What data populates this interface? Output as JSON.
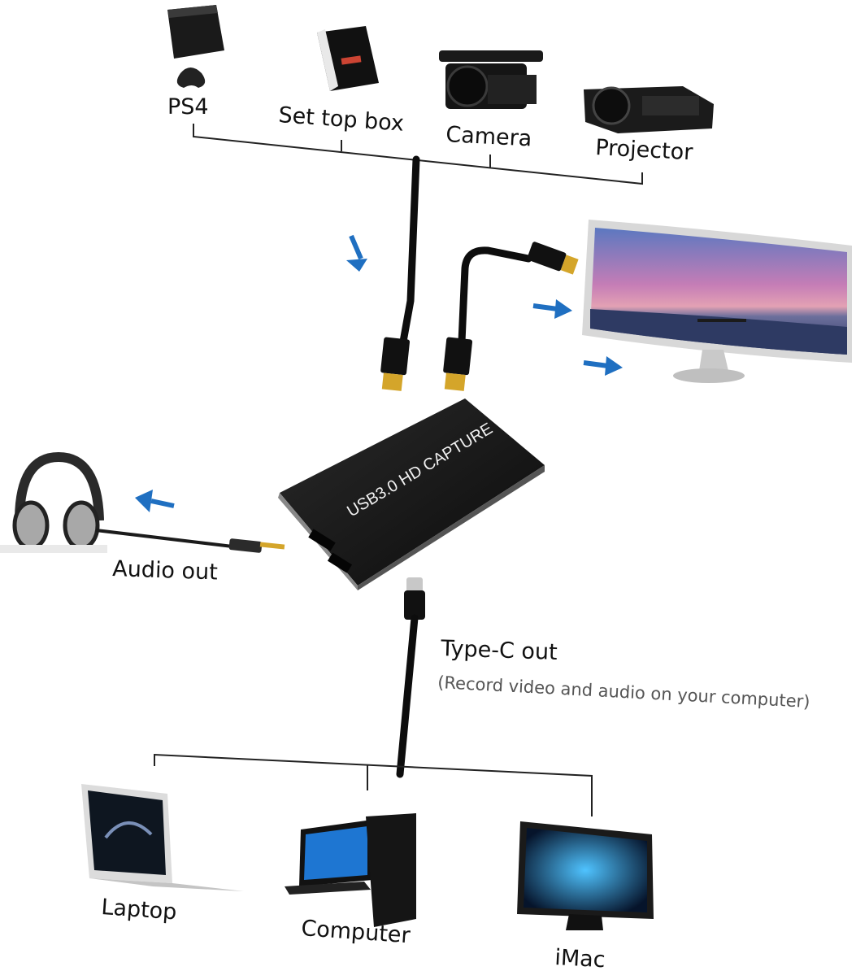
{
  "sources": {
    "ps4": "PS4",
    "set_top_box": "Set top box",
    "camera": "Camera",
    "projector": "Projector"
  },
  "device": {
    "label": "USB3.0 HD CAPTURE"
  },
  "audio": {
    "label": "Audio out"
  },
  "typec": {
    "label": "Type-C out",
    "note": "(Record video and audio on your computer)"
  },
  "computers": {
    "laptop": "Laptop",
    "computer": "Computer",
    "imac": "iMac"
  },
  "colors": {
    "arrow": "#1f6fc1",
    "device": "#161616",
    "cable": "#0d0d0d",
    "connector_gold": "#d4a52a",
    "sky_top": "#6a86c8",
    "sky_mid": "#c07cb8"
  }
}
